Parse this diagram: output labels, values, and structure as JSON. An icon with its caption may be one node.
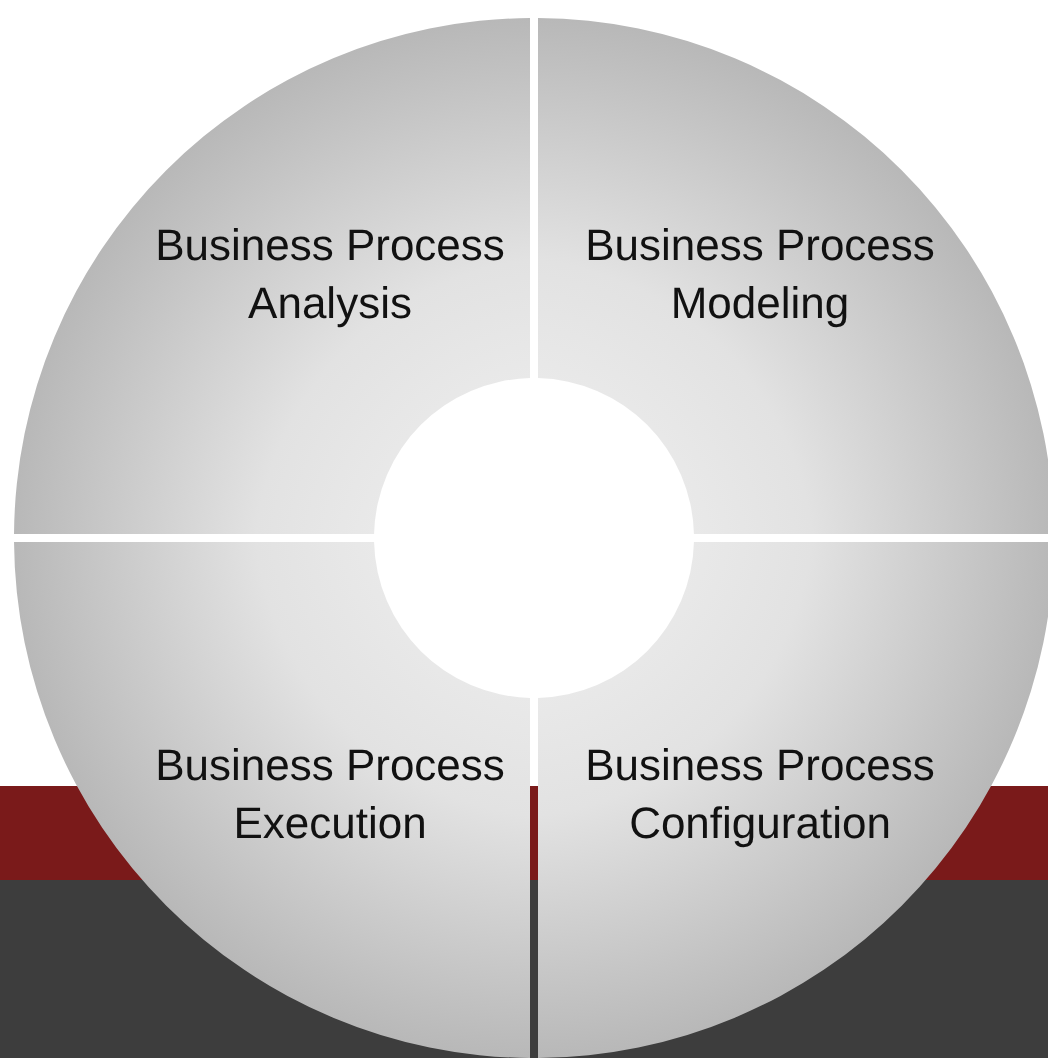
{
  "diagram": {
    "nodes": [
      {
        "text": [
          "Business Process Analysis"
        ]
      },
      {
        "text": [
          "Business Process Modeling"
        ]
      },
      {
        "text": [
          "Business Process Execution"
        ]
      },
      {
        "text": [
          "Business Process Configuration"
        ]
      }
    ]
  }
}
